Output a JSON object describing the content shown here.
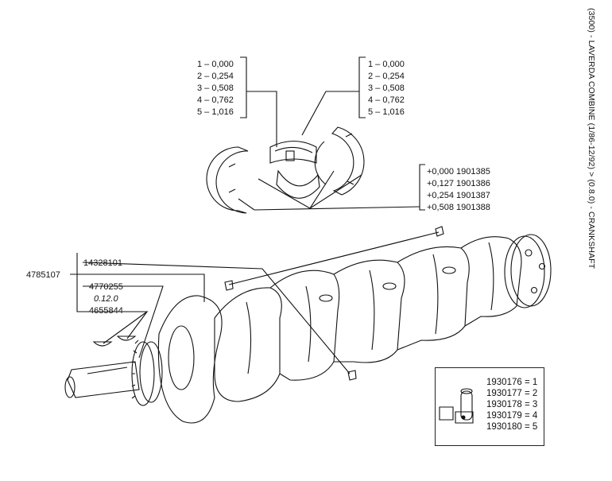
{
  "side_title": "(3500) - LAVERDA COMBINE (1/86-12/92) > (0.8.0) - CRANKSHAFT",
  "left_group_sizes": [
    {
      "num": "1",
      "val": "0,000"
    },
    {
      "num": "2",
      "val": "0,254"
    },
    {
      "num": "3",
      "val": "0,508"
    },
    {
      "num": "4",
      "val": "0,762"
    },
    {
      "num": "5",
      "val": "1,016"
    }
  ],
  "right_group_sizes": [
    {
      "num": "1",
      "val": "0,000"
    },
    {
      "num": "2",
      "val": "0,254"
    },
    {
      "num": "3",
      "val": "0,508"
    },
    {
      "num": "4",
      "val": "0,762"
    },
    {
      "num": "5",
      "val": "1,016"
    }
  ],
  "thrust_washers": [
    {
      "size": "+0,000",
      "part": "1901385"
    },
    {
      "size": "+0,127",
      "part": "1901386"
    },
    {
      "size": "+0,254",
      "part": "1901387"
    },
    {
      "size": "+0,508",
      "part": "1901388"
    }
  ],
  "parts": {
    "plug_part": "14328101",
    "crankshaft_part": "4785107",
    "gear_part": "4770255",
    "gear_note": "0.12.0",
    "key_part": "4655844"
  },
  "legend": [
    {
      "part": "1930176",
      "eq": "= 1"
    },
    {
      "part": "1930177",
      "eq": "= 2"
    },
    {
      "part": "1930178",
      "eq": "= 3"
    },
    {
      "part": "1930179",
      "eq": "= 4"
    },
    {
      "part": "1930180",
      "eq": "= 5"
    }
  ]
}
